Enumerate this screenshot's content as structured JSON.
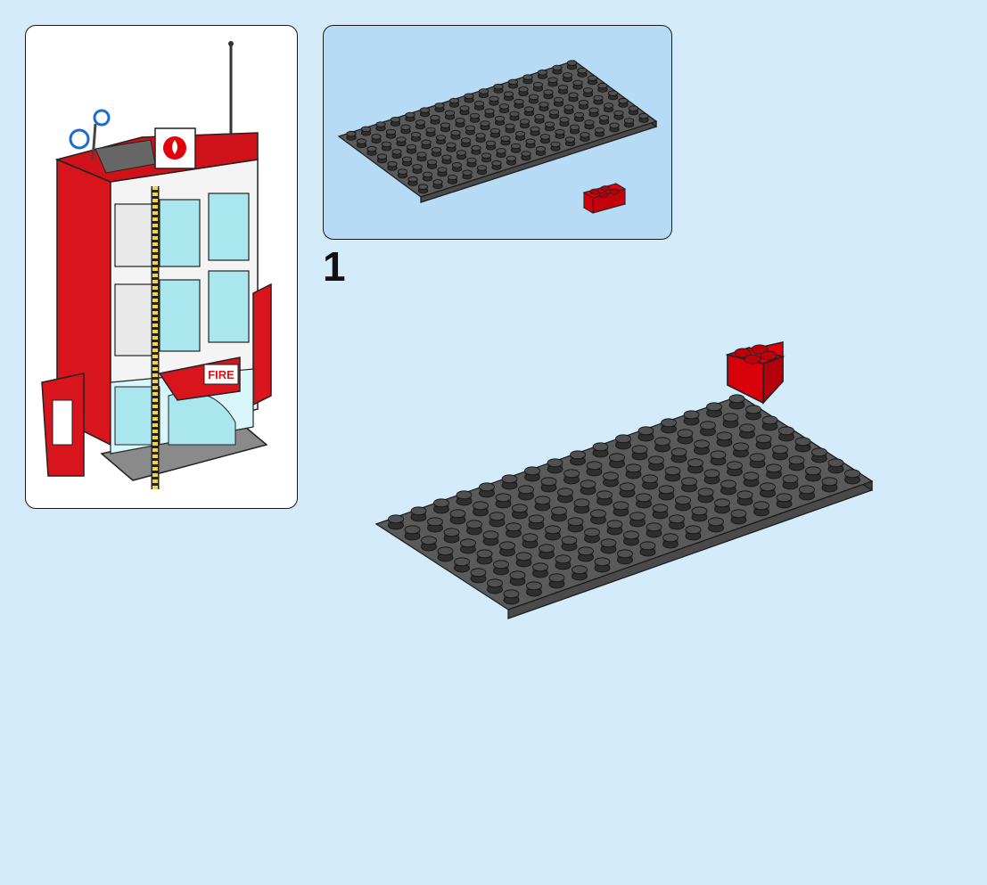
{
  "step": {
    "number": "1"
  },
  "model_preview": {
    "sign_text": "FIRE"
  },
  "parts_callout": {
    "parts": [
      {
        "name": "plate-8x16-dark-grey",
        "color": "#5a5a5a"
      },
      {
        "name": "brick-2x2-red",
        "color": "#e3000b"
      }
    ]
  },
  "colors": {
    "background": "#d4ebfb",
    "callout_background": "#b7daf5",
    "brick_red": "#e3000b",
    "plate_grey": "#5a5a5a",
    "trans_light_blue": "#a9e6ee",
    "rope_yellow": "#f2d53c"
  }
}
